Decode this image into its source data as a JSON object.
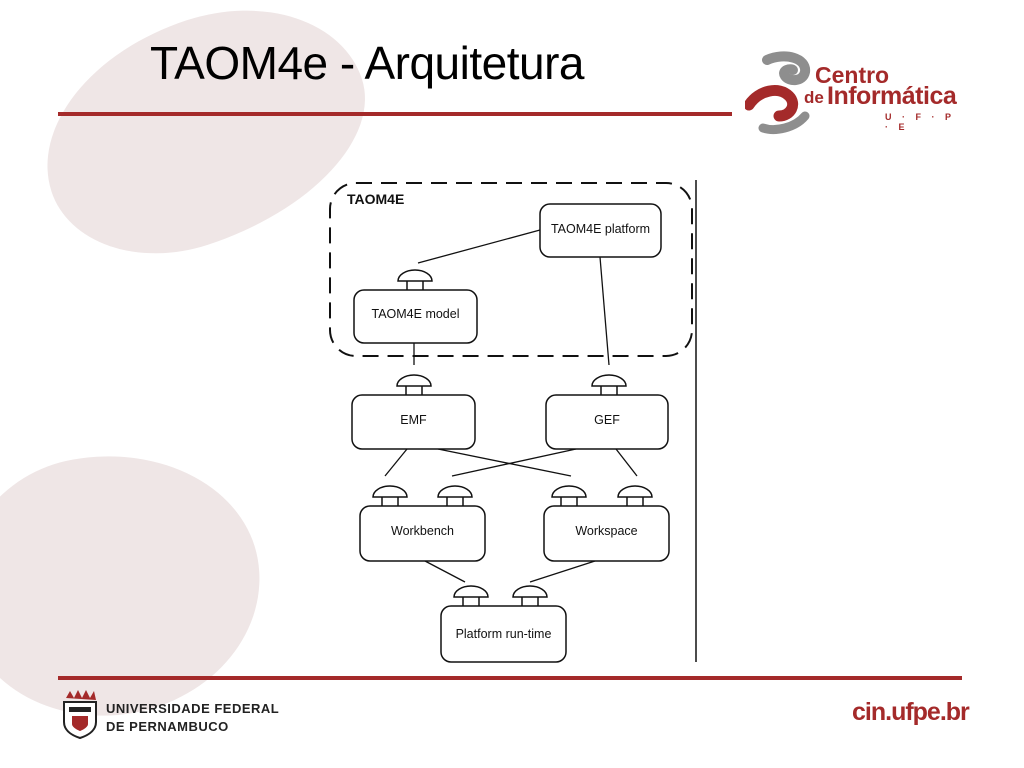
{
  "slide": {
    "title": "TAOM4e - Arquitetura"
  },
  "logo": {
    "line1": "Centro",
    "line2_prefix": "de",
    "line2": "Informática",
    "line3": "U · F · P · E"
  },
  "diagram": {
    "group_label": "TAOM4E",
    "components": {
      "platform": "TAOM4E platform",
      "model": "TAOM4E model",
      "emf": "EMF",
      "gef": "GEF",
      "workbench": "Workbench",
      "workspace": "Workspace",
      "runtime": "Platform run-time"
    }
  },
  "footer": {
    "university_line1": "UNIVERSIDADE FEDERAL",
    "university_line2": "DE PERNAMBUCO",
    "url": "cin.ufpe.br"
  },
  "colors": {
    "accent": "#a42a2a",
    "background_shape": "#efe6e6",
    "logo_gray": "#8e8e8e"
  }
}
